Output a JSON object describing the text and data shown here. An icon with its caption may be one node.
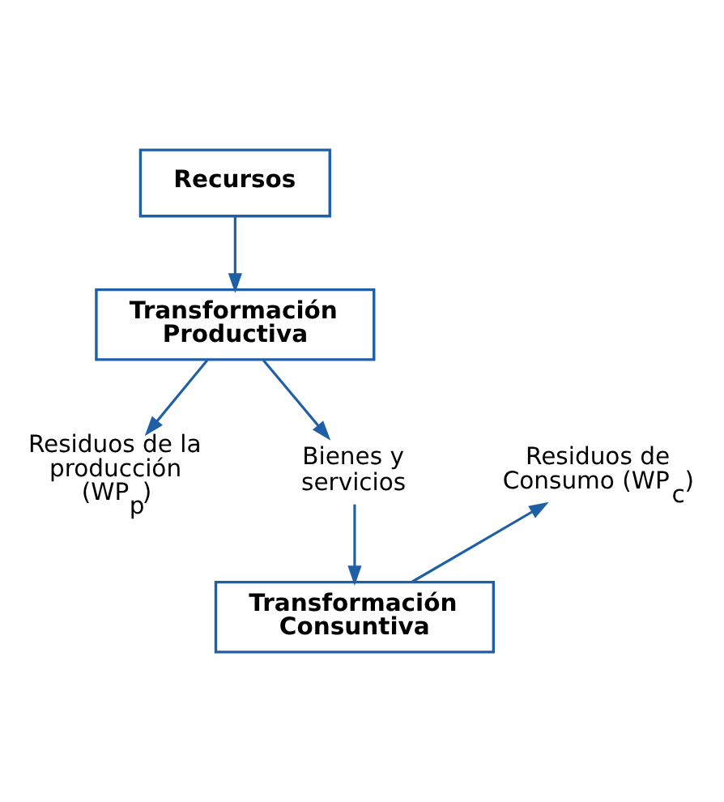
{
  "diagram": {
    "nodes": [
      {
        "text": [
          "Recursos"
        ]
      },
      {
        "text": [
          "Transformación Productiva"
        ]
      },
      {
        "text": [
          "Residuos de la producción (WP$_{p}$)"
        ]
      },
      {
        "text": [
          "Bienes y servicios"
        ]
      },
      {
        "text": [
          "Residuos de Consumo (WP$_{c}$)"
        ]
      },
      {
        "text": [
          "Transformación Consuntiva"
        ]
      }
    ],
    "edges": [
      {
        "from": 0,
        "to": 1,
        "arrow": "to"
      },
      {
        "from": 1,
        "to": 2,
        "arrow": "to"
      },
      {
        "from": 1,
        "to": 3,
        "arrow": "to"
      },
      {
        "from": 3,
        "to": 5,
        "arrow": "to"
      },
      {
        "from": 5,
        "to": 4,
        "arrow": "to"
      }
    ]
  }
}
